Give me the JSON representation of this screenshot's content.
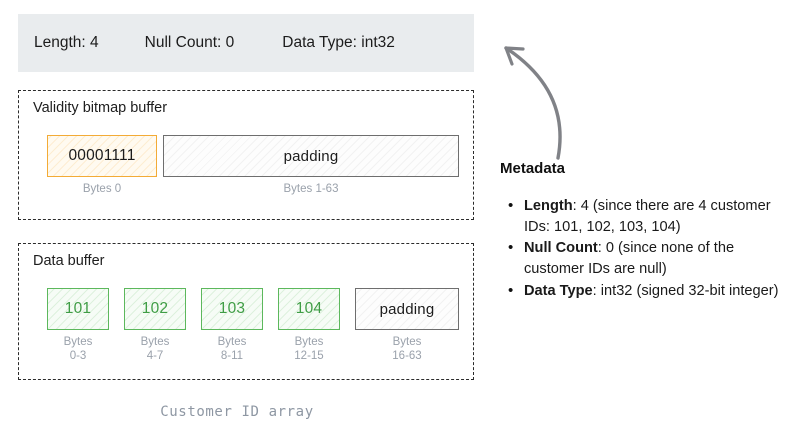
{
  "header": {
    "items": [
      {
        "label": "Length: 4"
      },
      {
        "label": "Null Count: 0"
      },
      {
        "label": "Data Type: int32"
      }
    ]
  },
  "validity_buffer": {
    "title": "Validity bitmap buffer",
    "cells": [
      {
        "value": "00001111",
        "caption": "Bytes 0",
        "style": "orange"
      },
      {
        "value": "padding",
        "caption": "Bytes 1-63",
        "style": "gray"
      }
    ]
  },
  "data_buffer": {
    "title": "Data buffer",
    "cells": [
      {
        "value": "101",
        "caption": "Bytes\n0-3",
        "style": "green"
      },
      {
        "value": "102",
        "caption": "Bytes\n4-7",
        "style": "green"
      },
      {
        "value": "103",
        "caption": "Bytes\n8-11",
        "style": "green"
      },
      {
        "value": "104",
        "caption": "Bytes\n12-15",
        "style": "green"
      },
      {
        "value": "padding",
        "caption": "Bytes\n16-63",
        "style": "gray"
      }
    ]
  },
  "array_caption": "Customer ID array",
  "metadata": {
    "heading": "Metadata",
    "bullets": [
      {
        "term": "Length",
        "rest": ": 4 (since there are 4 customer IDs: 101, 102, 103, 104)"
      },
      {
        "term": "Null Count",
        "rest": ": 0 (since none of the customer IDs are null)"
      },
      {
        "term": "Data Type",
        "rest": ": int32 (signed 32-bit integer)"
      }
    ]
  },
  "colors": {
    "header_bg": "#e9ecee",
    "orange_border": "#f3ab36",
    "green_border": "#5cb85c",
    "green_text": "#3f9d45",
    "gray_border": "#6e6e6e",
    "dashed_border": "#2b2b2b",
    "caption_text": "#9aa1ab",
    "arrow": "#808287"
  },
  "arrow": {
    "name": "curved-arrow-to-metadata-strip"
  }
}
